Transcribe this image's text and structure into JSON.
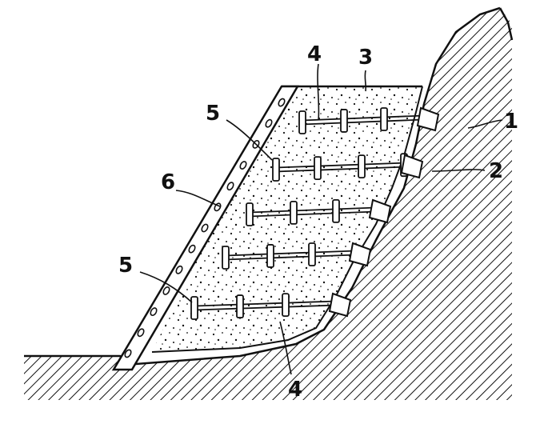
{
  "labels": {
    "l1": "1",
    "l2": "2",
    "l3": "3",
    "l4_top": "4",
    "l4_bottom": "4",
    "l5_top": "5",
    "l5_bottom": "5",
    "l6": "6"
  },
  "colors": {
    "ink": "#111111",
    "background": "#ffffff"
  },
  "rows": [
    {
      "plates": 3
    },
    {
      "plates": 4
    },
    {
      "plates": 4
    },
    {
      "plates": 4
    },
    {
      "plates": 4
    }
  ]
}
